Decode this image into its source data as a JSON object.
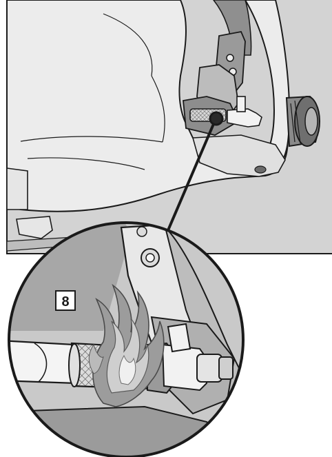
{
  "figure": {
    "step_number": "8",
    "colors": {
      "panel_gray": "#d3d3d3",
      "line": "#1a1a1a",
      "light_surface": "#ececec",
      "mid_gray": "#a9a9a9",
      "dark_gray": "#6b6b6b",
      "white": "#ffffff",
      "flame_gray": "#7d7d7d"
    },
    "icons": [
      "flame-icon",
      "braided-hose",
      "wheel-hub"
    ]
  }
}
